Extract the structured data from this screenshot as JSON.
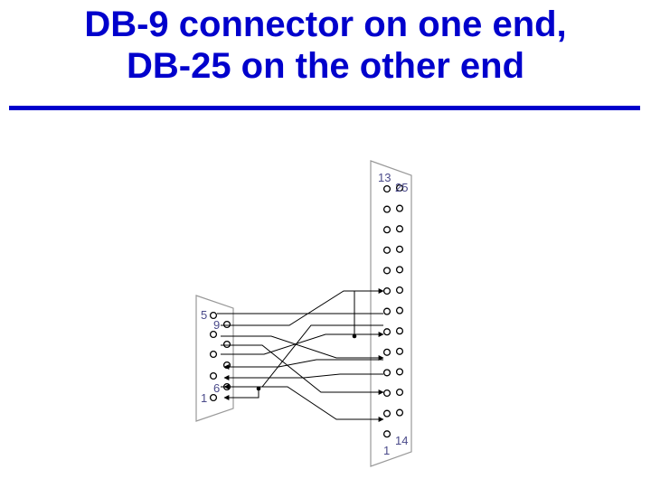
{
  "slide": {
    "title_line1": "DB-9 connector on one end,",
    "title_line2": "DB-25 on the other end"
  },
  "db9": {
    "labels": [
      "5",
      "9",
      "6",
      "1"
    ]
  },
  "db25": {
    "labels": [
      "13",
      "25",
      "14",
      "1"
    ]
  },
  "colors": {
    "title": "#0000cc",
    "rule": "#0000cc",
    "wire": "#000000",
    "connector_outline": "#999999"
  }
}
